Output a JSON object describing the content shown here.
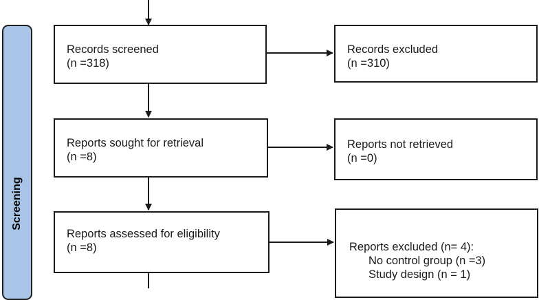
{
  "phase": {
    "label": "Screening",
    "color": "#a8c5e8"
  },
  "boxes": {
    "records_screened": {
      "title": "Records screened",
      "count": "(n =318)"
    },
    "records_excluded": {
      "title": "Records excluded",
      "count": "(n =310)"
    },
    "reports_sought": {
      "title": "Reports sought for retrieval",
      "count": "(n =8)"
    },
    "reports_not_retrieved": {
      "title": "Reports not retrieved",
      "count": "(n =0)"
    },
    "reports_assessed": {
      "title": "Reports assessed for eligibility",
      "count": "(n =8)"
    },
    "reports_excluded": {
      "title": "Reports excluded (n= 4):",
      "reasons": [
        "No control group (n =3)",
        "Study design (n = 1)"
      ]
    }
  }
}
